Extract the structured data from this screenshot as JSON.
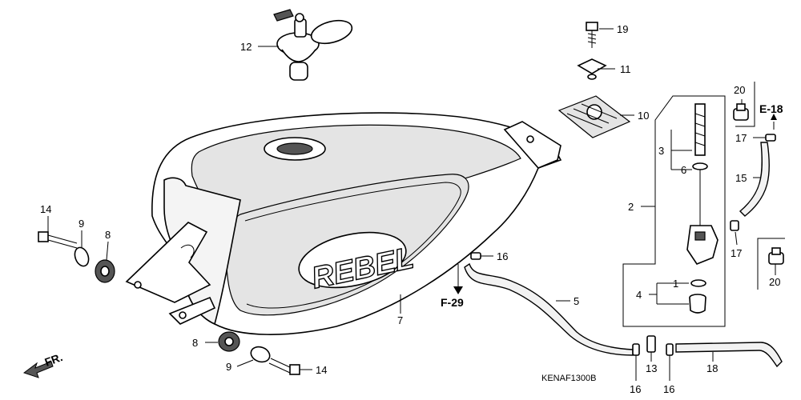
{
  "labels": {
    "l1": "1",
    "l2": "2",
    "l3": "3",
    "l4": "4",
    "l5": "5",
    "l6": "6",
    "l7": "7",
    "l8a": "8",
    "l8b": "8",
    "l9a": "9",
    "l9b": "9",
    "l10": "10",
    "l11": "11",
    "l12": "12",
    "l13": "13",
    "l14a": "14",
    "l14b": "14",
    "l15": "15",
    "l16a": "16",
    "l16b": "16",
    "l16c": "16",
    "l17a": "17",
    "l17b": "17",
    "l18": "18",
    "l19": "19",
    "l20a": "20",
    "l20b": "20"
  },
  "refs": {
    "e18": "E-18",
    "f29": "F-29"
  },
  "front_marker": "FR.",
  "tank_emblem": "REBEL",
  "diagram_code": "KENAF1300B"
}
